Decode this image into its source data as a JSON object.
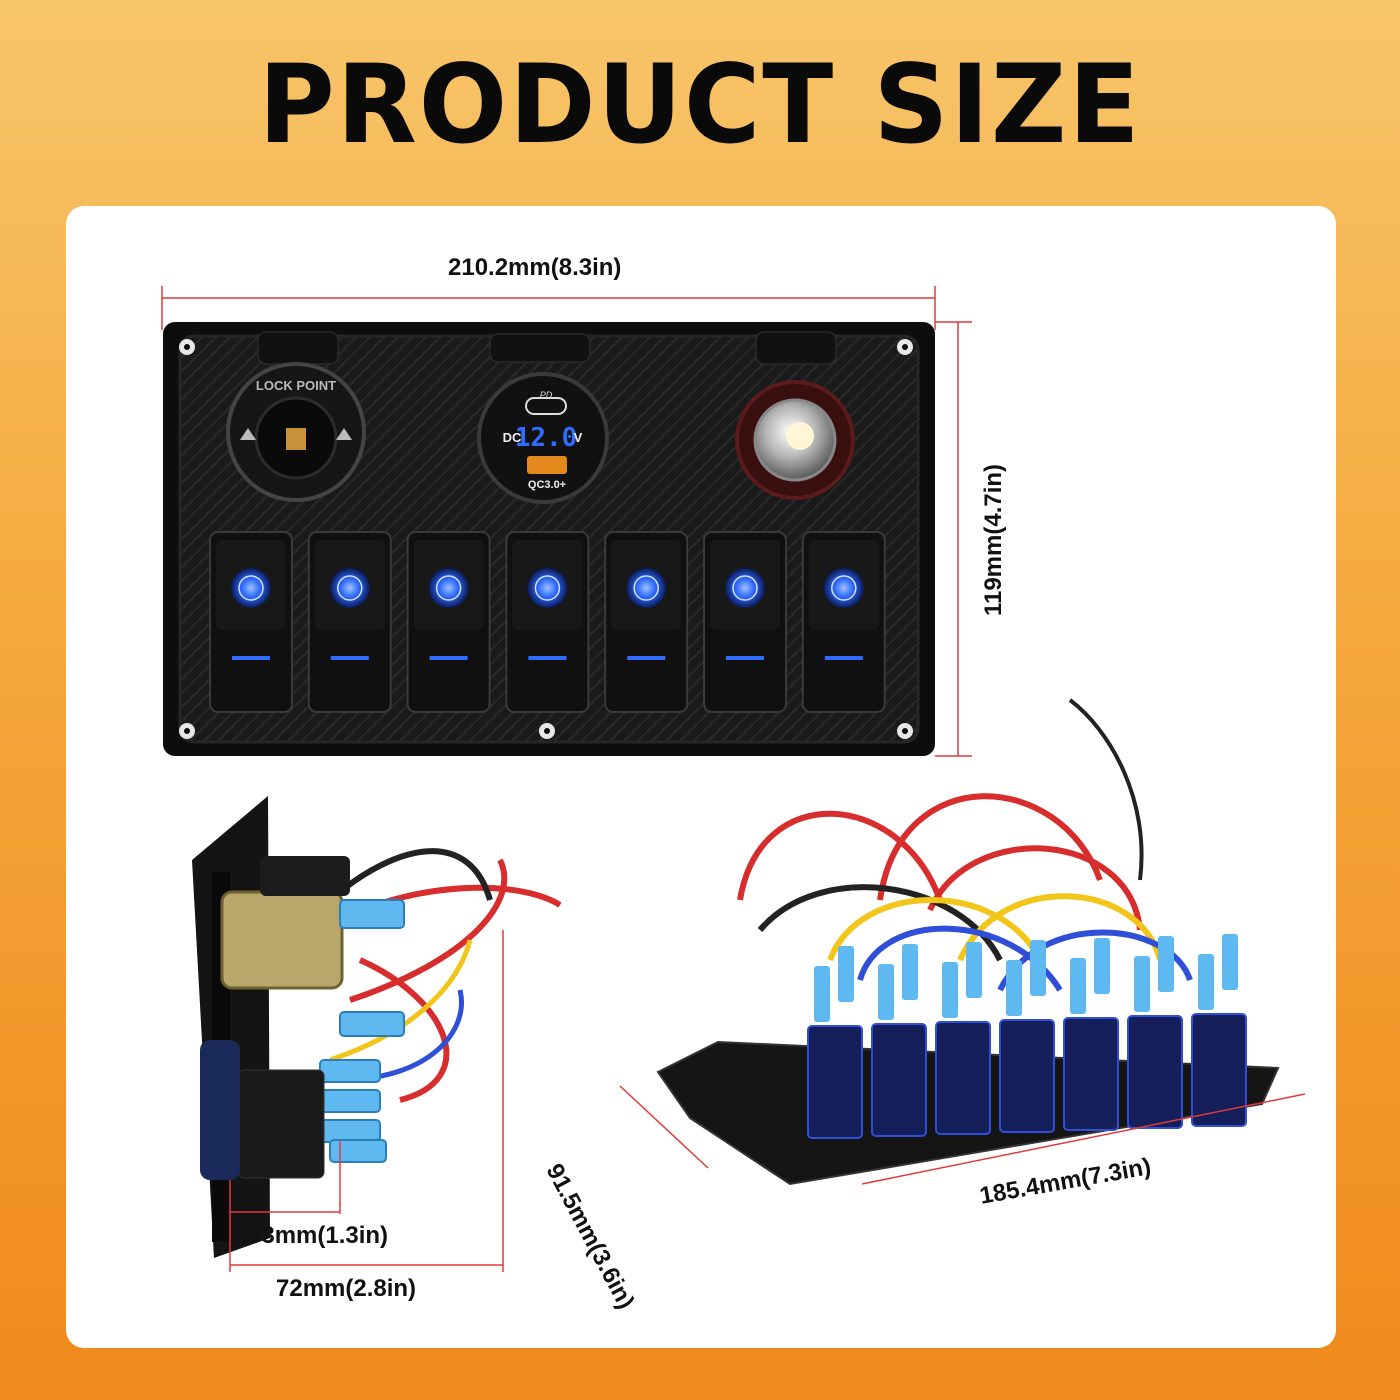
{
  "title": "PRODUCT SIZE",
  "dimensions": {
    "width": "210.2mm(8.3in)",
    "height": "119mm(4.7in)",
    "depth_front": "33mm(1.3in)",
    "depth_total": "72mm(2.8in)",
    "panel_depth": "91.5mm(3.6in)",
    "panel_width": "185.4mm(7.3in)"
  },
  "panel": {
    "socket_ring_text": "LOCK POINT",
    "usb_pd_label": "PD",
    "voltmeter_prefix": "DC",
    "voltmeter_reading": "12.0",
    "voltmeter_unit": "V",
    "qc_label": "QC3.0+",
    "switch_count": 7
  },
  "colors": {
    "accent_blue": "#2f6bff",
    "dimension_line": "#e23a3a",
    "panel": "#141414"
  }
}
